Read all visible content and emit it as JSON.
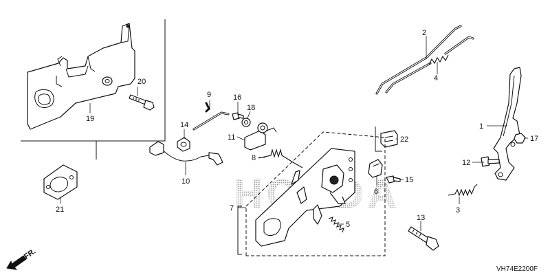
{
  "diagram": {
    "watermark": "HONDA",
    "catalog_code": "VH74E2200F",
    "direction_label": "FR.",
    "callouts": [
      {
        "id": "c1",
        "text": "1"
      },
      {
        "id": "c2",
        "text": "2"
      },
      {
        "id": "c3",
        "text": "3"
      },
      {
        "id": "c4",
        "text": "4"
      },
      {
        "id": "c5",
        "text": "5"
      },
      {
        "id": "c6",
        "text": "6"
      },
      {
        "id": "c7",
        "text": "7"
      },
      {
        "id": "c8",
        "text": "8"
      },
      {
        "id": "c9",
        "text": "9"
      },
      {
        "id": "c10",
        "text": "10"
      },
      {
        "id": "c11",
        "text": "11"
      },
      {
        "id": "c12",
        "text": "12"
      },
      {
        "id": "c13",
        "text": "13"
      },
      {
        "id": "c14",
        "text": "14"
      },
      {
        "id": "c15",
        "text": "15"
      },
      {
        "id": "c16",
        "text": "16"
      },
      {
        "id": "c17",
        "text": "17"
      },
      {
        "id": "c18",
        "text": "18"
      },
      {
        "id": "c19",
        "text": "19"
      },
      {
        "id": "c20",
        "text": "20"
      },
      {
        "id": "c21",
        "text": "21"
      },
      {
        "id": "c22",
        "text": "22"
      }
    ]
  }
}
